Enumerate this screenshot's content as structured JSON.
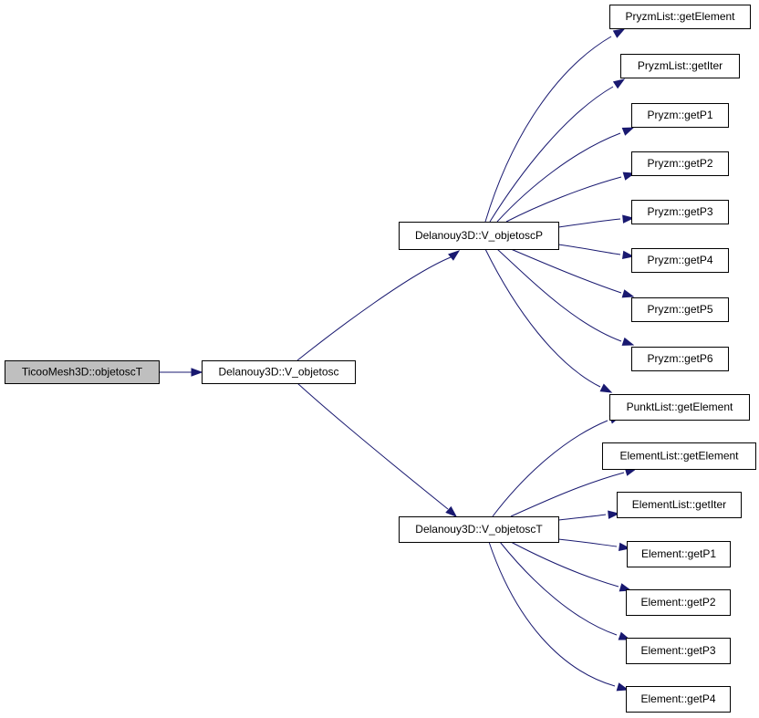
{
  "diagram": {
    "nodes": [
      {
        "id": "n0",
        "label": "TicooMesh3D::objetoscT",
        "kind": "root"
      },
      {
        "id": "n1",
        "label": "Delanouy3D::V_objetosc"
      },
      {
        "id": "n2",
        "label": "Delanouy3D::V_objetoscP"
      },
      {
        "id": "n3",
        "label": "Delanouy3D::V_objetoscT"
      },
      {
        "id": "n4",
        "label": "PryzmList::getElement"
      },
      {
        "id": "n5",
        "label": "PryzmList::getIter"
      },
      {
        "id": "n6",
        "label": "Pryzm::getP1"
      },
      {
        "id": "n7",
        "label": "Pryzm::getP2"
      },
      {
        "id": "n8",
        "label": "Pryzm::getP3"
      },
      {
        "id": "n9",
        "label": "Pryzm::getP4"
      },
      {
        "id": "n10",
        "label": "Pryzm::getP5"
      },
      {
        "id": "n11",
        "label": "Pryzm::getP6"
      },
      {
        "id": "n12",
        "label": "PunktList::getElement"
      },
      {
        "id": "n13",
        "label": "ElementList::getElement"
      },
      {
        "id": "n14",
        "label": "ElementList::getIter"
      },
      {
        "id": "n15",
        "label": "Element::getP1"
      },
      {
        "id": "n16",
        "label": "Element::getP2"
      },
      {
        "id": "n17",
        "label": "Element::getP3"
      },
      {
        "id": "n18",
        "label": "Element::getP4"
      }
    ],
    "edges": [
      {
        "from": "n0",
        "to": "n1"
      },
      {
        "from": "n1",
        "to": "n2"
      },
      {
        "from": "n1",
        "to": "n3"
      },
      {
        "from": "n2",
        "to": "n4"
      },
      {
        "from": "n2",
        "to": "n5"
      },
      {
        "from": "n2",
        "to": "n6"
      },
      {
        "from": "n2",
        "to": "n7"
      },
      {
        "from": "n2",
        "to": "n8"
      },
      {
        "from": "n2",
        "to": "n9"
      },
      {
        "from": "n2",
        "to": "n10"
      },
      {
        "from": "n2",
        "to": "n11"
      },
      {
        "from": "n2",
        "to": "n12"
      },
      {
        "from": "n3",
        "to": "n12"
      },
      {
        "from": "n3",
        "to": "n13"
      },
      {
        "from": "n3",
        "to": "n14"
      },
      {
        "from": "n3",
        "to": "n15"
      },
      {
        "from": "n3",
        "to": "n16"
      },
      {
        "from": "n3",
        "to": "n17"
      },
      {
        "from": "n3",
        "to": "n18"
      }
    ],
    "colors": {
      "edge": "#191970",
      "root_fill": "#bfbfbf",
      "node_fill": "#ffffff",
      "node_border": "#000000"
    }
  }
}
